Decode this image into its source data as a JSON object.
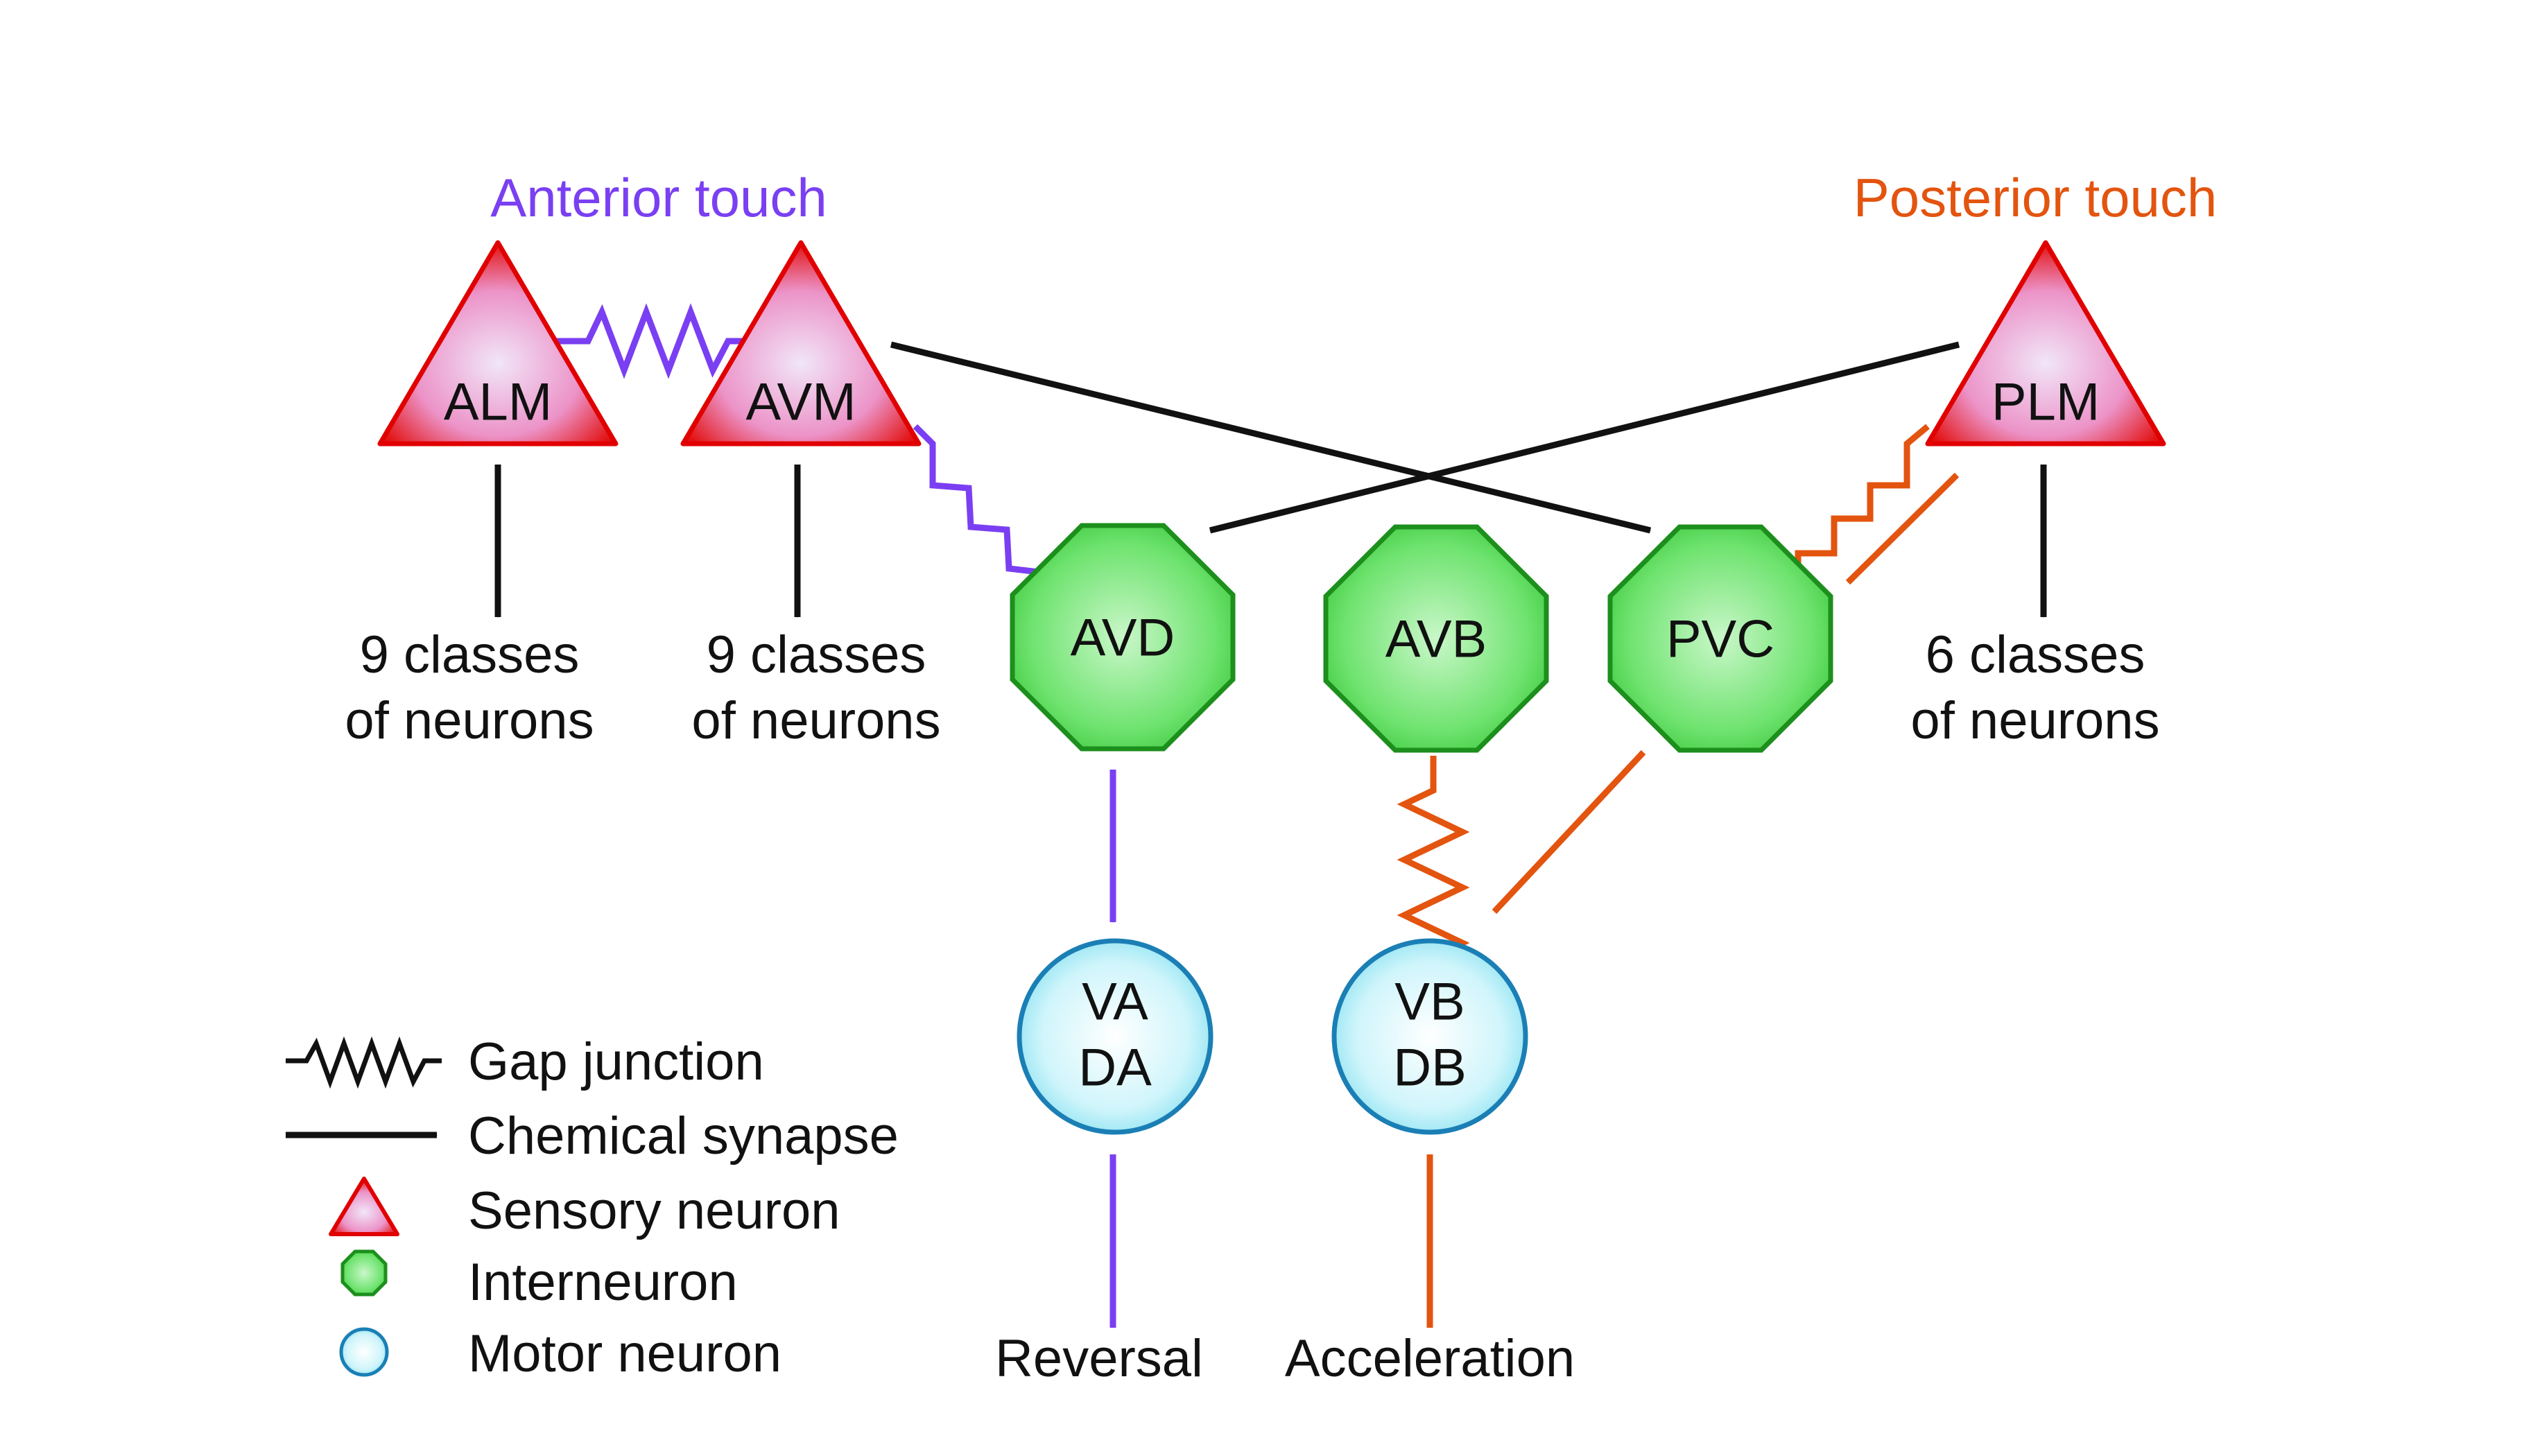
{
  "colors": {
    "anterior": "#7a3ff2",
    "posterior": "#e3540f",
    "black": "#111111",
    "sensory_fill": "#f2c9e6",
    "sensory_edge": "#e10000",
    "inter_fill": "#6ee36e",
    "inter_edge": "#1c8f1c",
    "motor_fill": "#cff5fb",
    "motor_edge": "#1b7fb5"
  },
  "headings": {
    "anterior": "Anterior touch",
    "posterior": "Posterior touch"
  },
  "sensory": {
    "alm": "ALM",
    "avm": "AVM",
    "plm": "PLM"
  },
  "inter": {
    "avd": "AVD",
    "avb": "AVB",
    "pvc": "PVC"
  },
  "motor": {
    "vada": [
      "VA",
      "DA"
    ],
    "vbdb": [
      "VB",
      "DB"
    ]
  },
  "targets": {
    "alm": [
      "9 classes",
      "of neurons"
    ],
    "avm": [
      "9 classes",
      "of neurons"
    ],
    "plm": [
      "6 classes",
      "of neurons"
    ]
  },
  "outputs": {
    "reversal": "Reversal",
    "acceleration": "Acceleration"
  },
  "legend": {
    "gap": "Gap junction",
    "chem": "Chemical synapse",
    "sensory": "Sensory neuron",
    "inter": "Interneuron",
    "motor": "Motor neuron"
  }
}
